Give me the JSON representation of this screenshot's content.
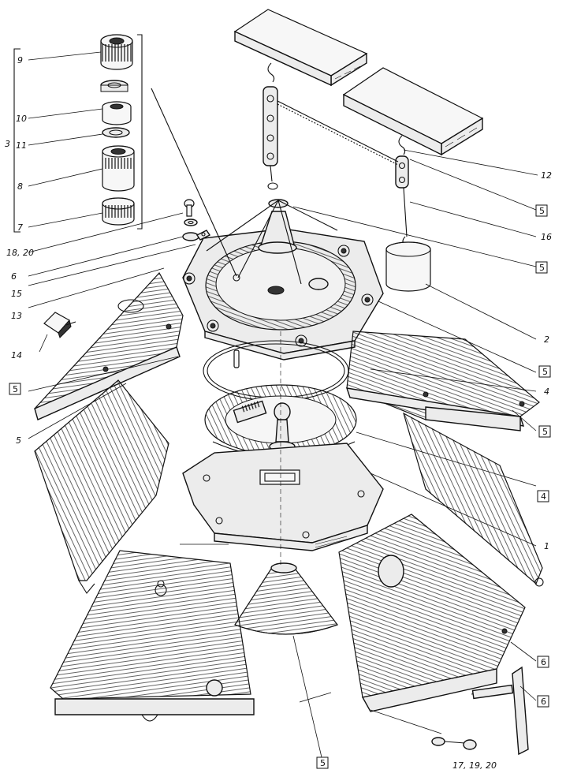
{
  "callouts": [
    {
      "id": "c9",
      "label": "9"
    },
    {
      "id": "c10",
      "label": "10"
    },
    {
      "id": "c11",
      "label": "11"
    },
    {
      "id": "c8",
      "label": "8"
    },
    {
      "id": "c7",
      "label": "7"
    },
    {
      "id": "c3",
      "label": "3"
    },
    {
      "id": "c18",
      "label": "18, 20"
    },
    {
      "id": "c6a",
      "label": "6"
    },
    {
      "id": "c15",
      "label": "15"
    },
    {
      "id": "c13",
      "label": "13"
    },
    {
      "id": "c14",
      "label": "14"
    },
    {
      "id": "c5a",
      "label": "5"
    },
    {
      "id": "c12",
      "label": "12"
    },
    {
      "id": "c16",
      "label": "16"
    },
    {
      "id": "c2",
      "label": "2"
    },
    {
      "id": "c4a",
      "label": "4"
    },
    {
      "id": "c1",
      "label": "1"
    },
    {
      "id": "c17",
      "label": "17, 19, 20"
    }
  ],
  "boxed_callouts": [
    {
      "id": "b5a",
      "label": "5"
    },
    {
      "id": "b5b",
      "label": "5"
    },
    {
      "id": "b5c",
      "label": "5"
    },
    {
      "id": "b5d",
      "label": "5"
    },
    {
      "id": "b5e",
      "label": "5"
    },
    {
      "id": "b5f",
      "label": "5"
    },
    {
      "id": "b4",
      "label": "4"
    },
    {
      "id": "b6a",
      "label": "6"
    },
    {
      "id": "b6b",
      "label": "6"
    }
  ],
  "colors": {
    "ink": "#111111",
    "paper": "#ffffff"
  }
}
